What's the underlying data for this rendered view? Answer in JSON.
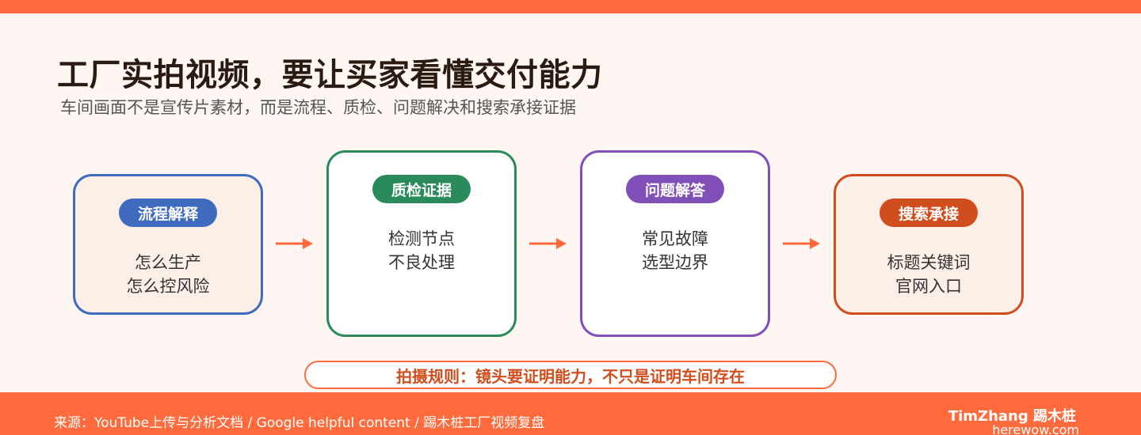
{
  "title": "工厂实拍视频，要让买家看懂交付能力",
  "subtitle": "车间画面不是宣传片素材，而是流程、质检、问题解决和搜索承接证据",
  "steps": [
    {
      "label": "流程解释",
      "lines": [
        "怎么生产",
        "怎么控风险"
      ],
      "color": "#3f6bbf"
    },
    {
      "label": "质检证据",
      "lines": [
        "检测节点",
        "不良处理"
      ],
      "color": "#2a8a5a"
    },
    {
      "label": "问题解答",
      "lines": [
        "常见故障",
        "选型边界"
      ],
      "color": "#8050b8"
    },
    {
      "label": "搜索承接",
      "lines": [
        "标题关键词",
        "官网入口"
      ],
      "color": "#d04e1e"
    }
  ],
  "rule": "拍摄规则：镜头要证明能力，不只是证明车间存在",
  "footer": {
    "source": "来源：YouTube上传与分析文档 / Google helpful content / 踢木桩工厂视频复盘",
    "brand": "TimZhang 踢木桩",
    "url": "herewow.com"
  },
  "colors": {
    "accent": "#ff6b3d",
    "background": "#fdf6f2"
  }
}
